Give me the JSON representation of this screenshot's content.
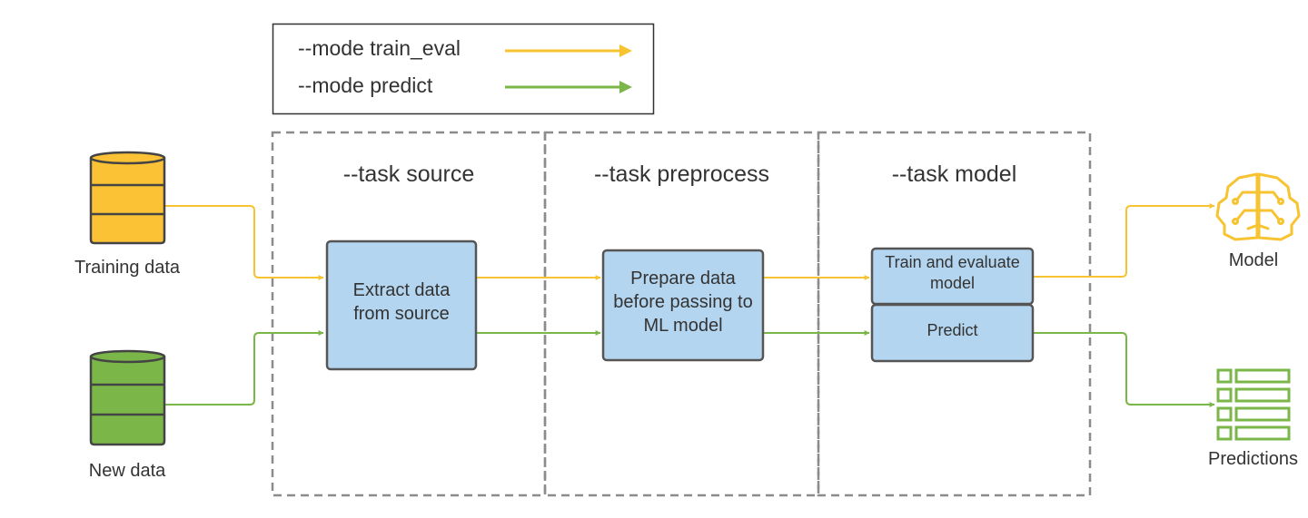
{
  "legend": {
    "train_eval_label": "--mode train_eval",
    "predict_label": "--mode predict"
  },
  "tasks": {
    "source": "--task source",
    "preprocess": "--task preprocess",
    "model": "--task model"
  },
  "boxes": {
    "extract": "Extract data from source",
    "prepare": "Prepare data before passing to ML model",
    "train": "Train and evaluate model",
    "predict": "Predict"
  },
  "inputs": {
    "training": "Training data",
    "new": "New data"
  },
  "outputs": {
    "model": "Model",
    "predictions": "Predictions"
  },
  "icons": {
    "training_db": "database-icon",
    "new_db": "database-icon",
    "model": "brain-circuit-icon",
    "predictions": "table-list-icon"
  },
  "colors": {
    "train_eval": "#F7C331",
    "predict": "#7AB648",
    "box_fill": "#B4D5EF",
    "box_border": "#555555",
    "text": "#333333"
  }
}
